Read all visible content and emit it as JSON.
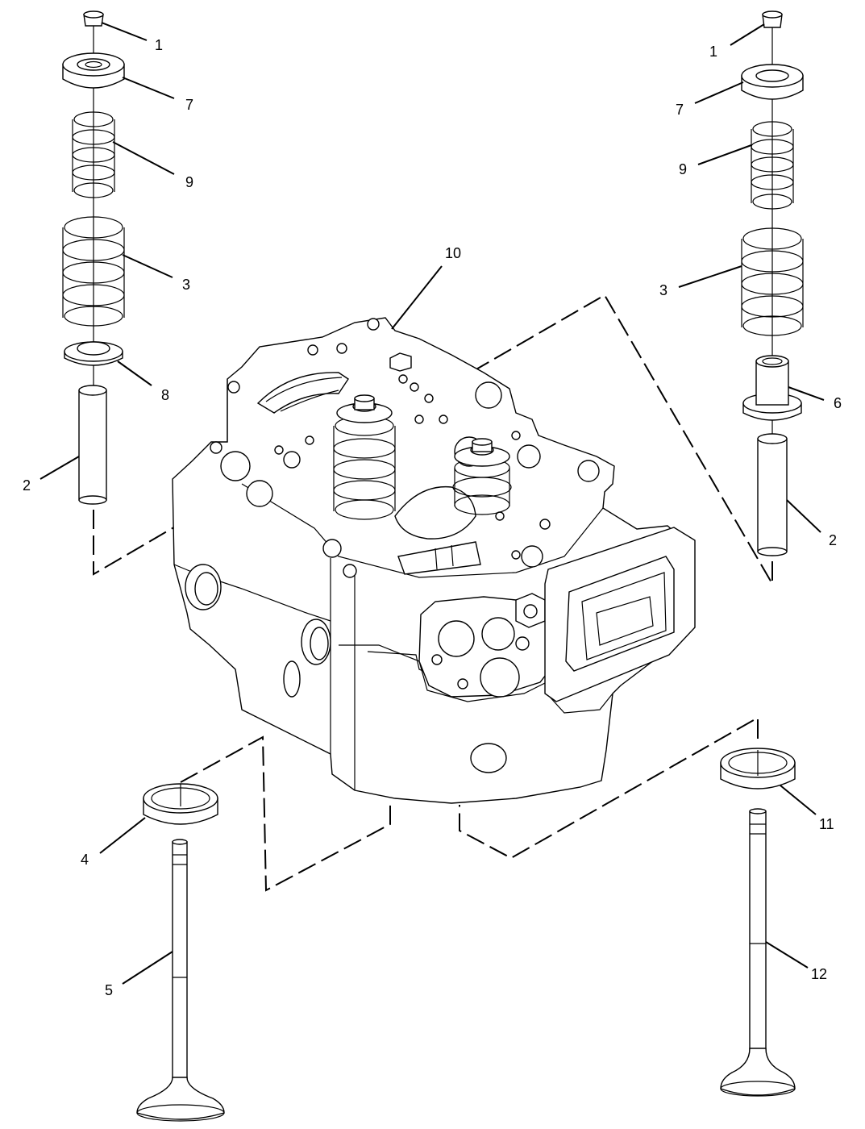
{
  "diagram": {
    "callouts": [
      {
        "id": "c1-left",
        "label": "1"
      },
      {
        "id": "c7-left",
        "label": "7"
      },
      {
        "id": "c9-left",
        "label": "9"
      },
      {
        "id": "c3-left",
        "label": "3"
      },
      {
        "id": "c8-left",
        "label": "8"
      },
      {
        "id": "c2-left",
        "label": "2"
      },
      {
        "id": "c10",
        "label": "10"
      },
      {
        "id": "c1-right",
        "label": "1"
      },
      {
        "id": "c7-right",
        "label": "7"
      },
      {
        "id": "c9-right",
        "label": "9"
      },
      {
        "id": "c3-right",
        "label": "3"
      },
      {
        "id": "c6-right",
        "label": "6"
      },
      {
        "id": "c2-right",
        "label": "2"
      },
      {
        "id": "c4",
        "label": "4"
      },
      {
        "id": "c5",
        "label": "5"
      },
      {
        "id": "c11",
        "label": "11"
      },
      {
        "id": "c12",
        "label": "12"
      }
    ]
  }
}
